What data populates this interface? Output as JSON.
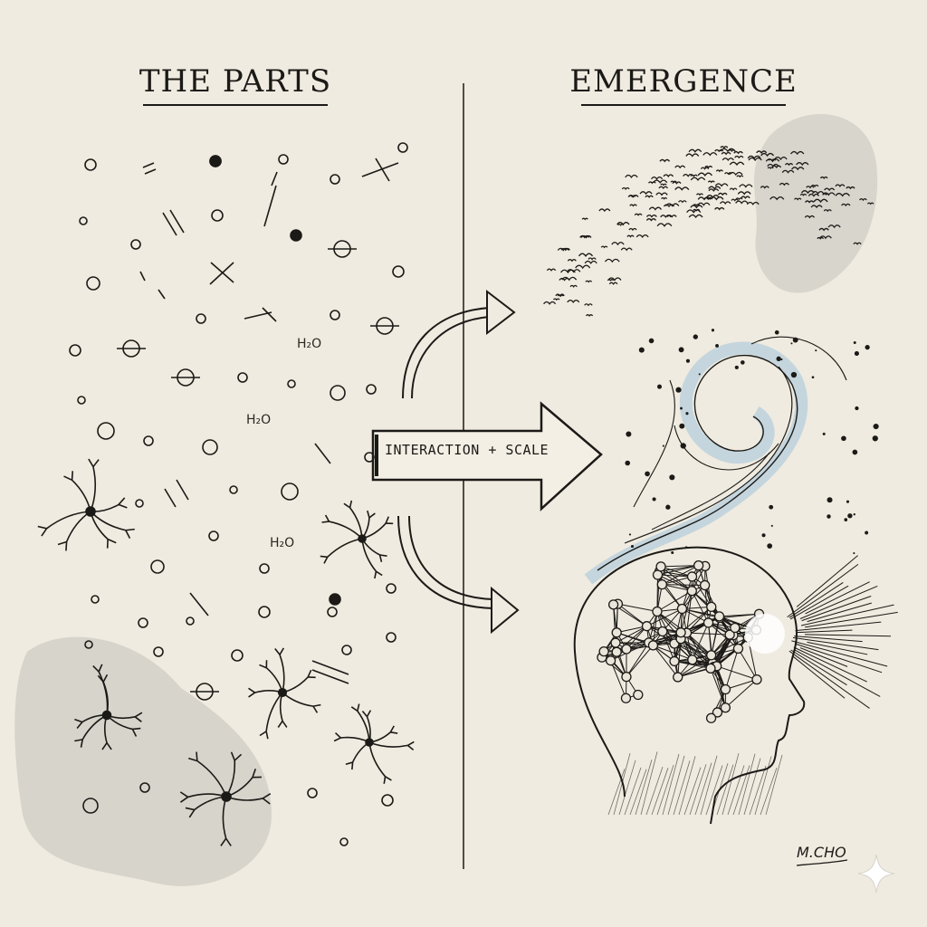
{
  "headings": {
    "left": "THE PARTS",
    "right": "EMERGENCE"
  },
  "center_arrow": {
    "label": "INTERACTION + SCALE"
  },
  "molecule_labels": [
    "H₂O",
    "H₂O",
    "H₂O"
  ],
  "signature": "M.CHO",
  "palette": {
    "paper": "#efebe0",
    "ink": "#1c1a17",
    "wash": "#c9c6bf",
    "water": "#b9cfdc"
  }
}
